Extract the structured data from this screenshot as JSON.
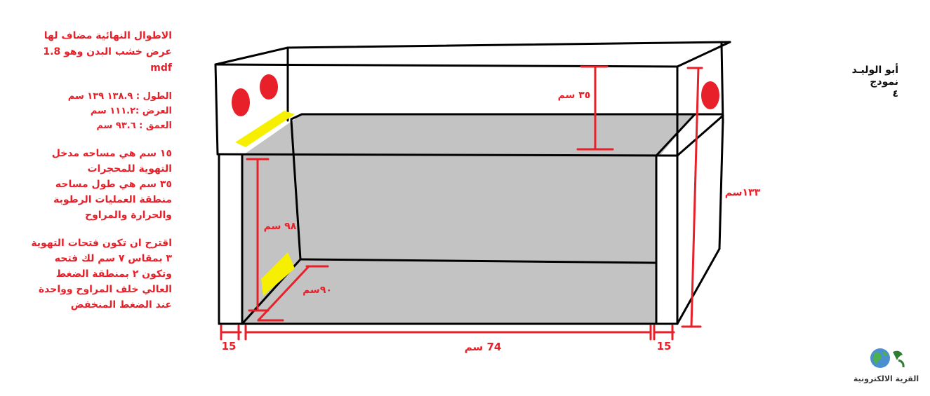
{
  "notes": {
    "para1": [
      "الاطوال النهائية مضاف لها",
      "عرض خشب البدن وهو  1.8",
      "mdf"
    ],
    "para2": [
      "الطول : ١٣٨.٩  ١٣٩ سم",
      "العرض :١١١.٢ سم",
      "العمق : ٩٣.٦ سم"
    ],
    "para3": [
      "١٥ سم هي مساحه مدخل",
      "التهوية للمحجرات",
      "٣٥ سم هي طول مساحه",
      "منطقة العمليات الرطوبة",
      "والحرارة والمراوح"
    ],
    "para4": [
      "اقترح ان تكون فتحات التهوية",
      "٣ بمقاس ٧ سم لك فتحه",
      "وتكون ٢ بمنطقة الضغط",
      "العالي خلف المراوح وواحدة",
      "عند الضغط المنخفض"
    ]
  },
  "author": [
    "أبو الوليـد",
    "نمودج",
    "٤"
  ],
  "dimensions": {
    "top_height": "٣٥ سم",
    "inner_height": "٩٨ سم",
    "depth": "٩٠سم",
    "total_height": "١٣٣سم",
    "left_entry": "15",
    "right_entry": "15",
    "length": "74 سم"
  },
  "logo": {
    "text": "القرية الالكترونية",
    "icon": "globe-icon"
  },
  "colors": {
    "annotation": "#e8202a",
    "interior": "#c3c3c3",
    "vent": "#f6f000",
    "frame": "#000000"
  }
}
